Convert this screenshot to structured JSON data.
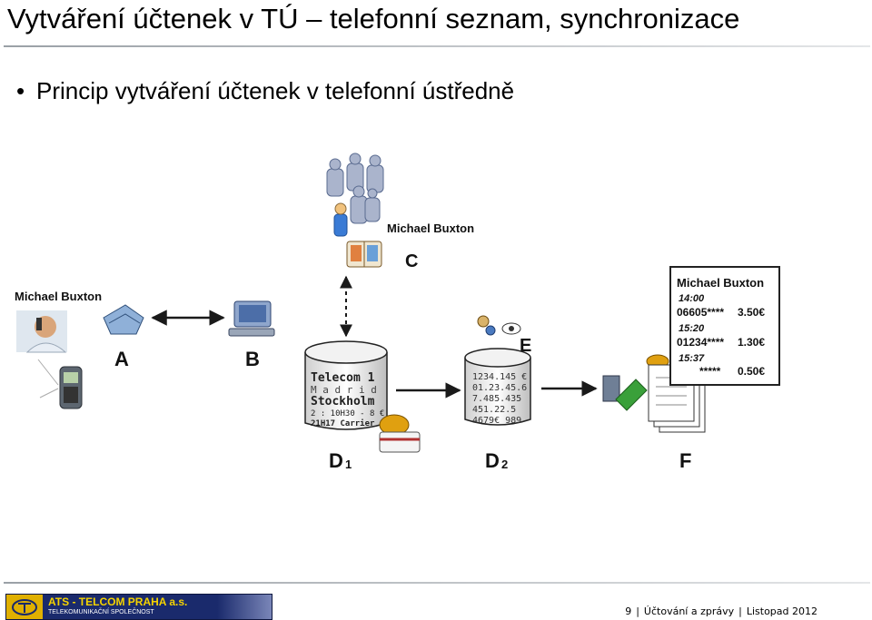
{
  "slide": {
    "title": "Vytváření účtenek v TÚ – telefonní seznam, synchronizace",
    "bullet": "Princip vytváření účtenek v telefonní ústředně"
  },
  "diagram": {
    "labels": {
      "a": "A",
      "b": "B",
      "c": "C",
      "d1": "D",
      "d1_sub": "1",
      "d2": "D",
      "d2_sub": "2",
      "e": "E",
      "f": "F"
    },
    "names": {
      "left": "Michael Buxton",
      "top": "Michael Buxton"
    },
    "db1_lines": [
      "Telecom 1",
      "M a d r i d",
      "Stockholm",
      "2 :  10H30 - 8 €",
      "21H17 Carrier"
    ],
    "db2_lines": [
      "1234.145 €",
      "01.23.45.6",
      "7.485.435",
      "451.22.5",
      "4679€ 989"
    ],
    "receipt": {
      "name": "Michael Buxton",
      "entries": [
        {
          "time": "14:00",
          "number": "06605****",
          "amount": "3.50€"
        },
        {
          "time": "15:20",
          "number": "01234****",
          "amount": "1.30€"
        },
        {
          "time": "15:37",
          "number": "*****",
          "amount": "0.50€"
        }
      ]
    },
    "colors": {
      "arrow": "#1a1a1a",
      "accent_yellow": "#f2c200",
      "green": "#3aa03a"
    }
  },
  "footer": {
    "logo_title": "ATS - TELCOM PRAHA a.s.",
    "logo_sub": "TELEKOMUNIKAČNÍ SPOLEČNOST",
    "page_number": "9",
    "section": "Účtování a zprávy",
    "date": "Listopad 2012"
  }
}
